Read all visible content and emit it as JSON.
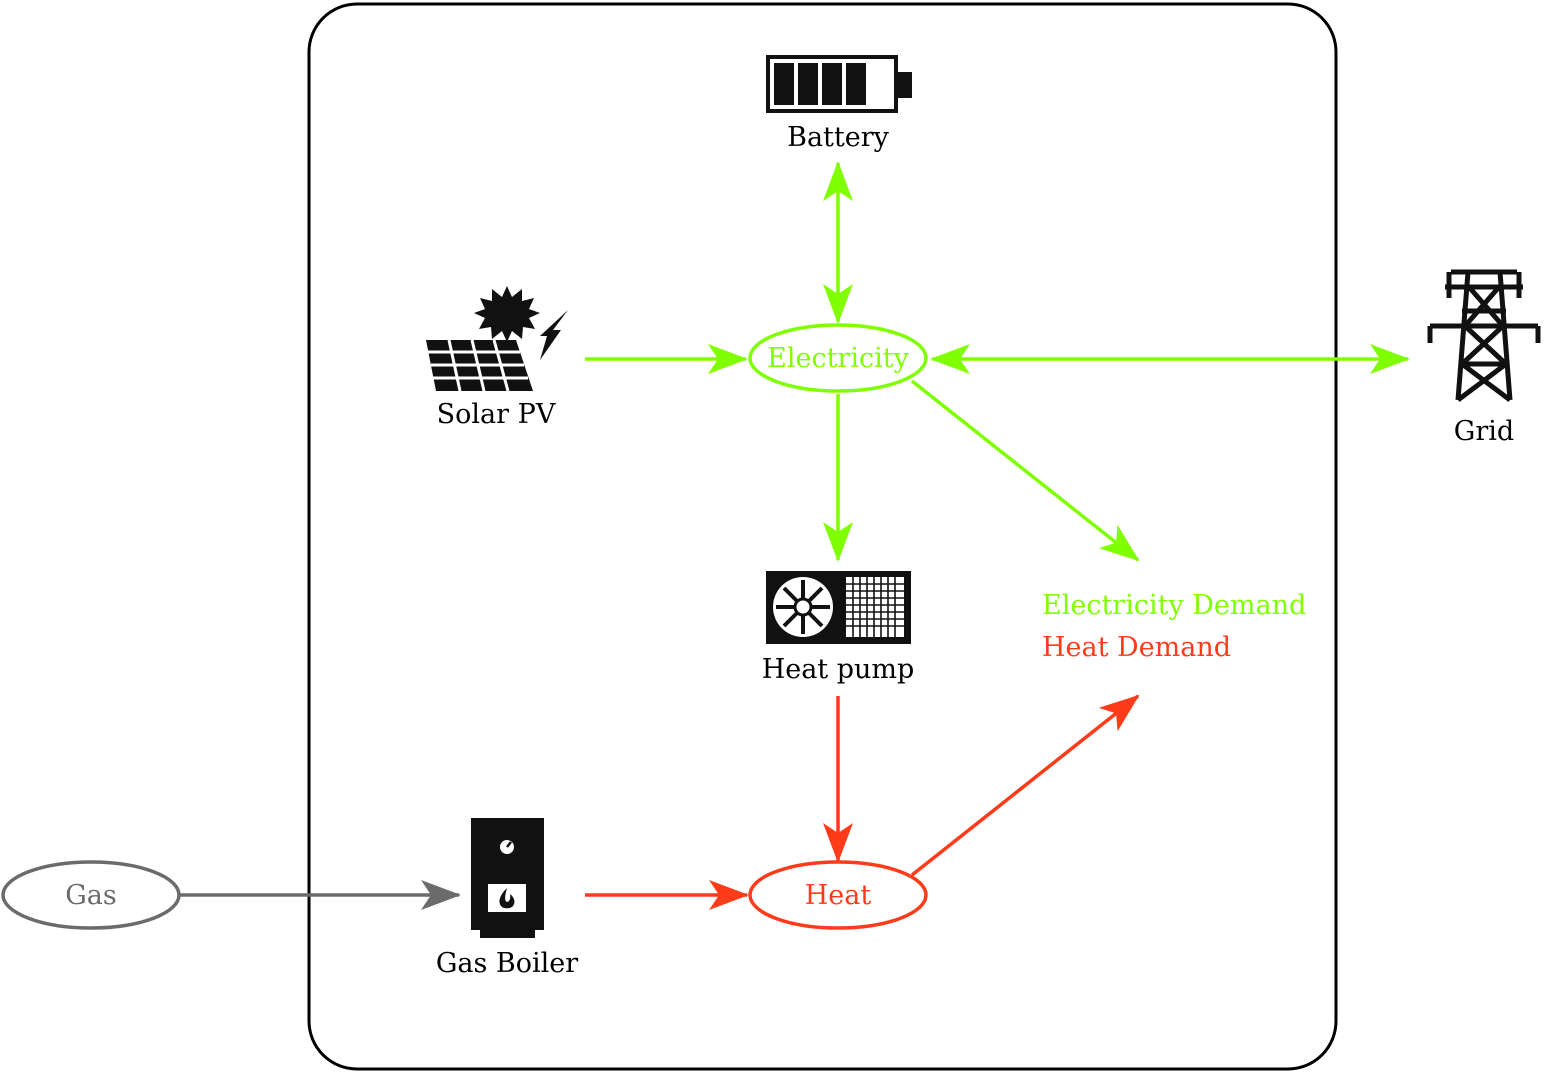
{
  "colors": {
    "electricity": "#7fff00",
    "heat": "#ff3b1a",
    "gas": "#6b6b6b",
    "icon": "#111111",
    "frame": "#000000"
  },
  "components": {
    "battery": {
      "label": "Battery",
      "icon": "battery-icon"
    },
    "solar_pv": {
      "label": "Solar PV",
      "icon": "solar-panel-icon"
    },
    "grid": {
      "label": "Grid",
      "icon": "transmission-tower-icon"
    },
    "heat_pump": {
      "label": "Heat pump",
      "icon": "heat-pump-icon"
    },
    "gas_boiler": {
      "label": "Gas Boiler",
      "icon": "boiler-icon"
    }
  },
  "nodes": {
    "electricity": "Electricity",
    "heat": "Heat",
    "gas": "Gas"
  },
  "demand": {
    "electricity": "Electricity Demand",
    "heat": "Heat Demand"
  }
}
